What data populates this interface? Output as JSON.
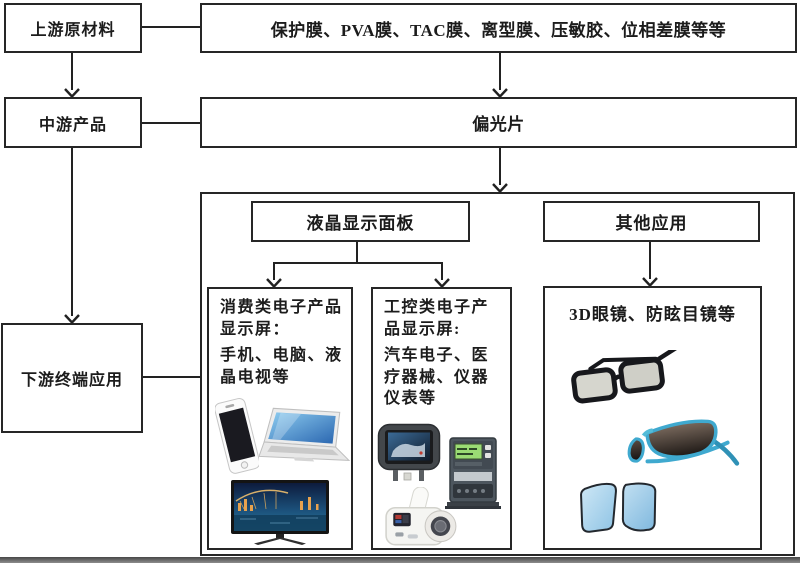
{
  "nodes": {
    "upstream_label": "上游原材料",
    "materials": "保护膜、PVA膜、TAC膜、离型膜、压敏胶、位相差膜等等",
    "midstream_label": "中游产品",
    "polarizer": "偏光片",
    "downstream_label": "下游终端应用",
    "lcd_panel": "液晶显示面板",
    "other_applications": "其他应用",
    "consumer": {
      "title": "消费类电子产品显示屏：",
      "items": "手机、电脑、液晶电视等"
    },
    "industrial": {
      "title": "工控类电子产品显示屏:",
      "items": "汽车电子、医疗器械、仪器仪表等"
    },
    "other_products": "3D眼镜、防眩目镜等"
  },
  "images": {
    "consumer": [
      "smartphone",
      "laptop",
      "lcd-tv"
    ],
    "industrial": [
      "car-headrest-monitor",
      "electric-meter",
      "blood-pressure-monitor"
    ],
    "other": [
      "3d-glasses",
      "sunglasses",
      "anti-glare-mirror-lenses"
    ]
  },
  "colors": {
    "line": "#222222",
    "border": "#262626",
    "text": "#1c1c1c",
    "background": "#ffffff",
    "laptop_screen_blue": "#2a66b0",
    "lcd_green": "#9bdc74",
    "mirror_blue": "#8cc2e4",
    "sunglasses_frame_blue": "#3fa9cf"
  }
}
